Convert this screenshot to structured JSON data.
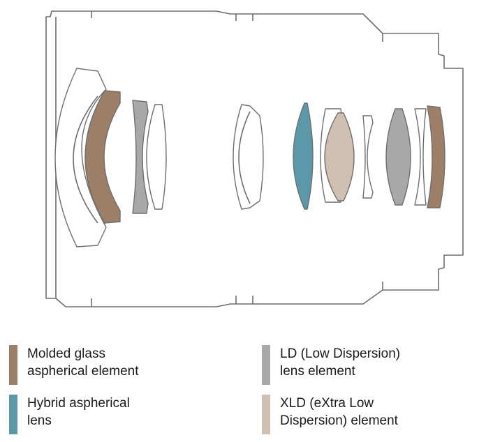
{
  "colors": {
    "molded": "#9c7f66",
    "hybrid": "#5b98aa",
    "ld": "#a8a8a8",
    "xld": "#cfc0b1",
    "outline": "#6e6e6e",
    "plain": "#ffffff"
  },
  "legend": {
    "molded": {
      "line1": "Molded glass",
      "line2": "aspherical element"
    },
    "hybrid": {
      "line1": "Hybrid aspherical",
      "line2": "lens"
    },
    "ld": {
      "line1": "LD (Low Dispersion)",
      "line2": "lens element"
    },
    "xld": {
      "line1": "XLD (eXtra Low",
      "line2": "Dispersion) element"
    }
  }
}
